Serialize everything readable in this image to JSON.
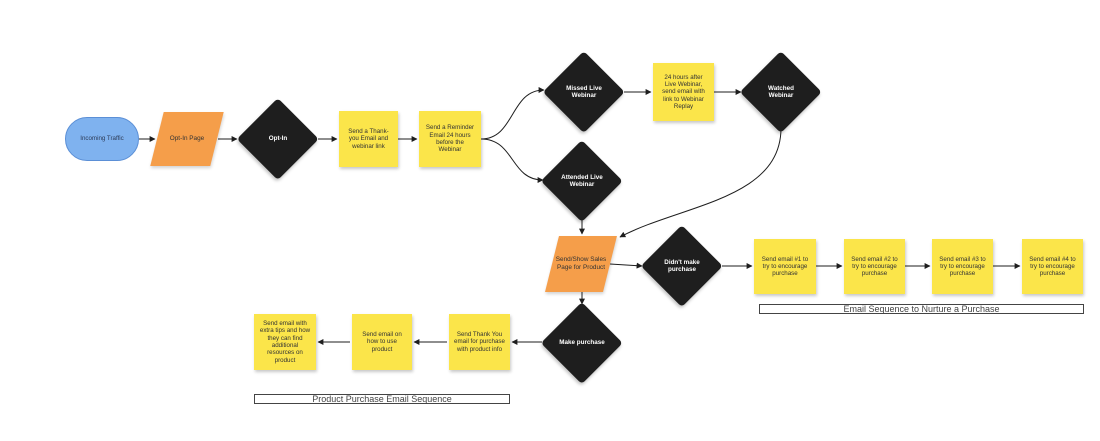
{
  "nodes": {
    "incoming_traffic": "Incoming Traffic",
    "opt_in_page": "Opt-In Page",
    "opt_in": "Opt-In",
    "thank_you_email": "Send a Thank-you Email and webinar link",
    "reminder_email": "Send a Reminder Email 24 hours before the Webinar",
    "missed_live_webinar": "Missed Live Webinar",
    "replay_email": "24 hours after Live Webinar, send email with link to Webinar Replay",
    "watched_webinar": "Watched Webinar",
    "attended_live_webinar": "Attended Live Webinar",
    "sales_page": "Send/Show Sales Page for Product",
    "didnt_make_purchase": "Didn't make purchase",
    "email_1": "Send email #1 to try to encourage purchase",
    "email_2": "Send email #2 to try to encourage purchase",
    "email_3": "Send email #3 to try to encourage purchase",
    "email_4": "Send email #4 to try to encourage purchase",
    "make_purchase": "Make purchase",
    "thank_you_purchase": "Send Thank You email for purchase with product info",
    "how_to_use": "Send email on how to use product",
    "extra_tips": "Send email with extra tips and how they can find additional resources on product"
  },
  "captions": {
    "nurture": "Email Sequence to Nurture a Purchase",
    "product_purchase": "Product Purchase Email Sequence"
  },
  "colors": {
    "sticky": "#fbe54a",
    "terminal": "#7fb2ef",
    "parallelogram": "#f59e4a",
    "decision": "#1e1e1e"
  }
}
